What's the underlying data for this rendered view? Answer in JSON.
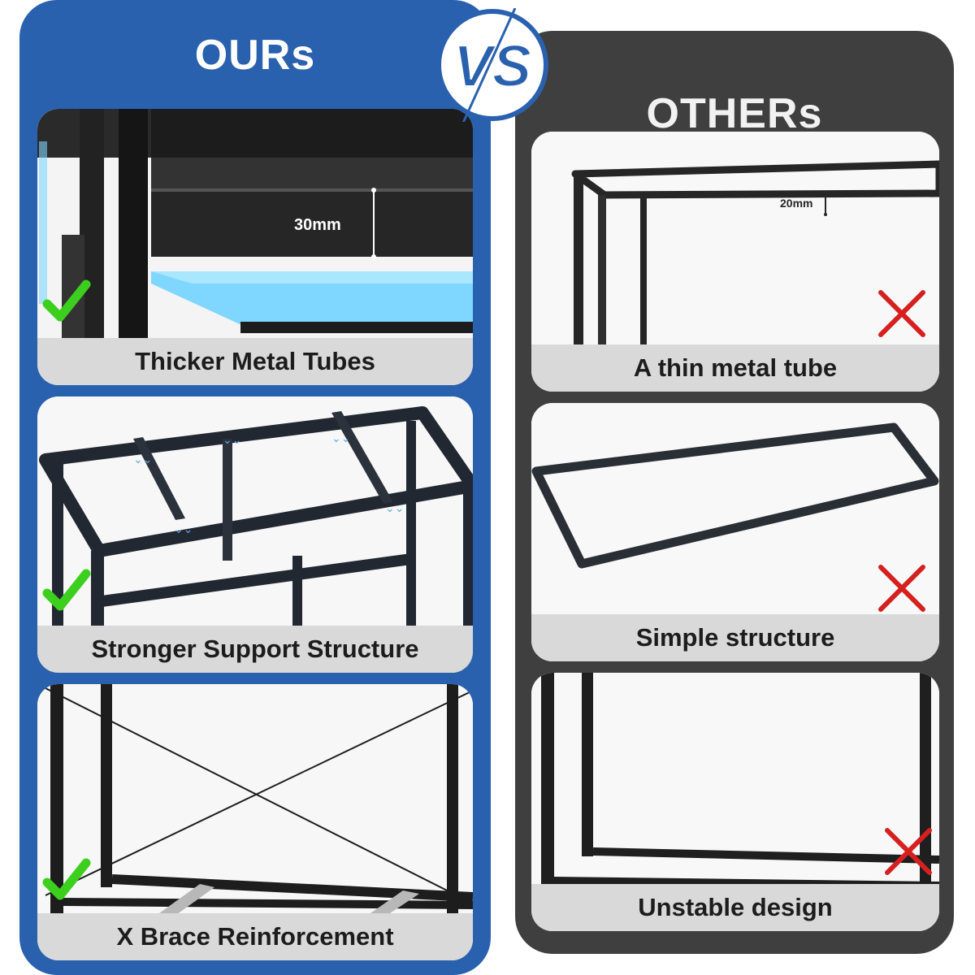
{
  "ours": {
    "title": "OURs",
    "cards": [
      {
        "caption": "Thicker Metal Tubes",
        "measurement": "30mm"
      },
      {
        "caption": "Stronger Support Structure"
      },
      {
        "caption": "X Brace Reinforcement"
      }
    ]
  },
  "others": {
    "title": "OTHERs",
    "cards": [
      {
        "caption": "A thin metal tube",
        "measurement": "20mm"
      },
      {
        "caption": "Simple structure"
      },
      {
        "caption": "Unstable design"
      }
    ]
  },
  "badge": {
    "text": "VS"
  },
  "colors": {
    "ours_panel": "#2a61ae",
    "others_panel": "#3f3f3f",
    "check": "#3ccf1e",
    "cross": "#d62020",
    "led": "#7fd6ff"
  },
  "icons": {
    "good": "check-icon",
    "bad": "cross-icon"
  }
}
